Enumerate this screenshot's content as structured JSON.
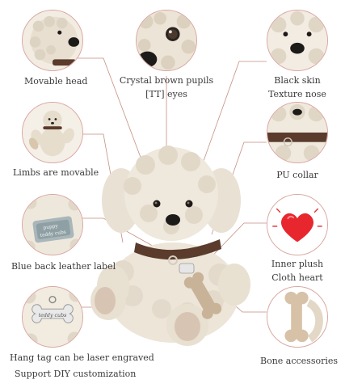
{
  "labels": {
    "movable_head": "Movable head",
    "crystal_pupils": "Crystal brown pupils",
    "tt_eyes": "[TT] eyes",
    "black_skin": "Black skin",
    "texture_nose": "Texture nose",
    "limbs_movable": "Limbs are movable",
    "pu_collar": "PU collar",
    "blue_back_label": "Blue back leather label",
    "inner_plush": "Inner plush",
    "cloth_heart": "Cloth heart",
    "hang_tag": "Hang tag can be laser engraved",
    "diy": "Support DIY customization",
    "bone_accessories": "Bone accessories"
  },
  "tag_text": {
    "label_top": "puppy",
    "label_bottom": "teddy cubs",
    "hang_tag": "teddy cubs"
  },
  "colors": {
    "leader_line": "#c58f83",
    "circle_border": "#d9a7a1",
    "plush": "#efe8dc",
    "collar": "#5a3b2c",
    "heart": "#e8262e"
  }
}
